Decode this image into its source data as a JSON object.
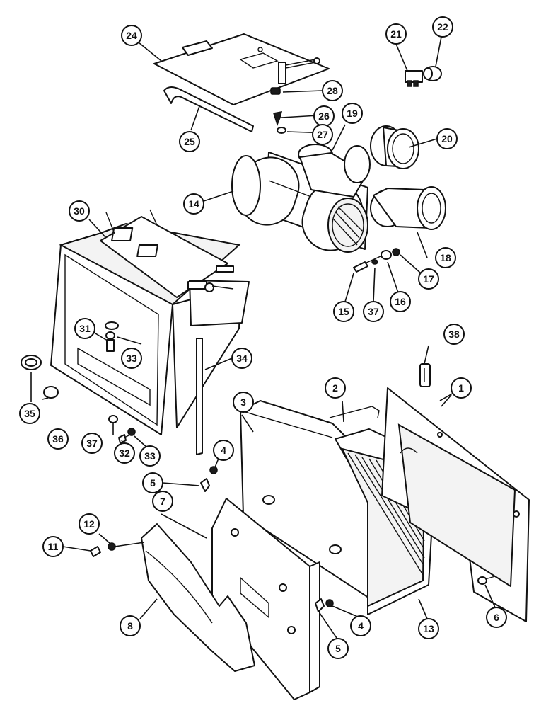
{
  "diagram": {
    "type": "exploded-parts-view",
    "callouts": [
      {
        "id": "c1",
        "label": "1"
      },
      {
        "id": "c2",
        "label": "2"
      },
      {
        "id": "c3",
        "label": "3"
      },
      {
        "id": "c4a",
        "label": "4"
      },
      {
        "id": "c4b",
        "label": "4"
      },
      {
        "id": "c5a",
        "label": "5"
      },
      {
        "id": "c5b",
        "label": "5"
      },
      {
        "id": "c6",
        "label": "6"
      },
      {
        "id": "c7",
        "label": "7"
      },
      {
        "id": "c8",
        "label": "8"
      },
      {
        "id": "c11",
        "label": "11"
      },
      {
        "id": "c12",
        "label": "12"
      },
      {
        "id": "c13",
        "label": "13"
      },
      {
        "id": "c14",
        "label": "14"
      },
      {
        "id": "c15",
        "label": "15"
      },
      {
        "id": "c16",
        "label": "16"
      },
      {
        "id": "c17",
        "label": "17"
      },
      {
        "id": "c18",
        "label": "18"
      },
      {
        "id": "c19",
        "label": "19"
      },
      {
        "id": "c20",
        "label": "20"
      },
      {
        "id": "c21",
        "label": "21"
      },
      {
        "id": "c22",
        "label": "22"
      },
      {
        "id": "c24",
        "label": "24"
      },
      {
        "id": "c25",
        "label": "25"
      },
      {
        "id": "c26",
        "label": "26"
      },
      {
        "id": "c27",
        "label": "27"
      },
      {
        "id": "c28",
        "label": "28"
      },
      {
        "id": "c30",
        "label": "30"
      },
      {
        "id": "c31",
        "label": "31"
      },
      {
        "id": "c32",
        "label": "32"
      },
      {
        "id": "c33a",
        "label": "33"
      },
      {
        "id": "c33b",
        "label": "33"
      },
      {
        "id": "c34",
        "label": "34"
      },
      {
        "id": "c35",
        "label": "35"
      },
      {
        "id": "c36",
        "label": "36"
      },
      {
        "id": "c37a",
        "label": "37"
      },
      {
        "id": "c37b",
        "label": "37"
      },
      {
        "id": "c38",
        "label": "38"
      }
    ]
  }
}
